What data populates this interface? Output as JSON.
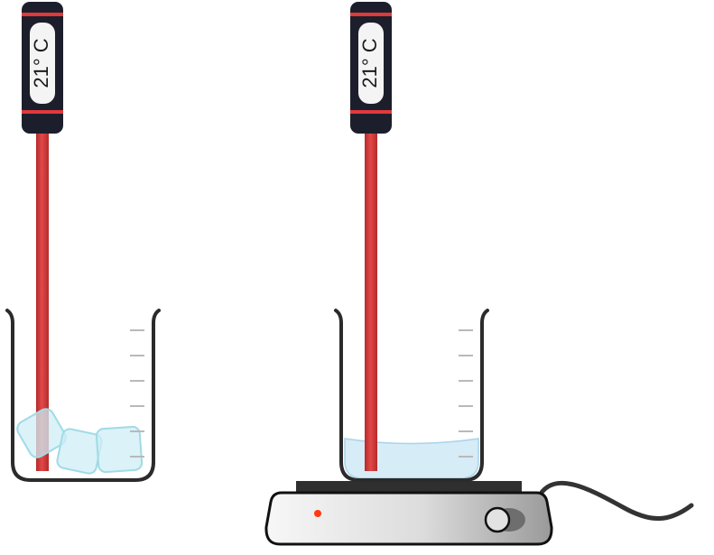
{
  "left_setup": {
    "thermometer": {
      "reading": "21° C",
      "icon": "digital-thermometer-icon"
    },
    "beaker": {
      "contents": "ice-cubes",
      "ice_cube_count": 3,
      "icon": "beaker-icon"
    }
  },
  "right_setup": {
    "thermometer": {
      "reading": "21° C",
      "icon": "digital-thermometer-icon"
    },
    "beaker": {
      "contents": "water",
      "icon": "beaker-icon"
    },
    "hot_plate": {
      "indicator_light": "on",
      "icon": "hot-plate-icon"
    }
  },
  "colors": {
    "probe": "#d63a3a",
    "thermometer_body": "#1c1f2b",
    "thermometer_band": "#e0393b",
    "display": "#f4f4f4",
    "beaker_outline": "#2b2b2b",
    "water": "#d6ecf7",
    "ice": "#cfeef5",
    "hot_plate_body": "#d9d9d9",
    "hot_plate_top": "#2f2f2f",
    "indicator_light": "#ff3b10",
    "cord": "#333333"
  }
}
